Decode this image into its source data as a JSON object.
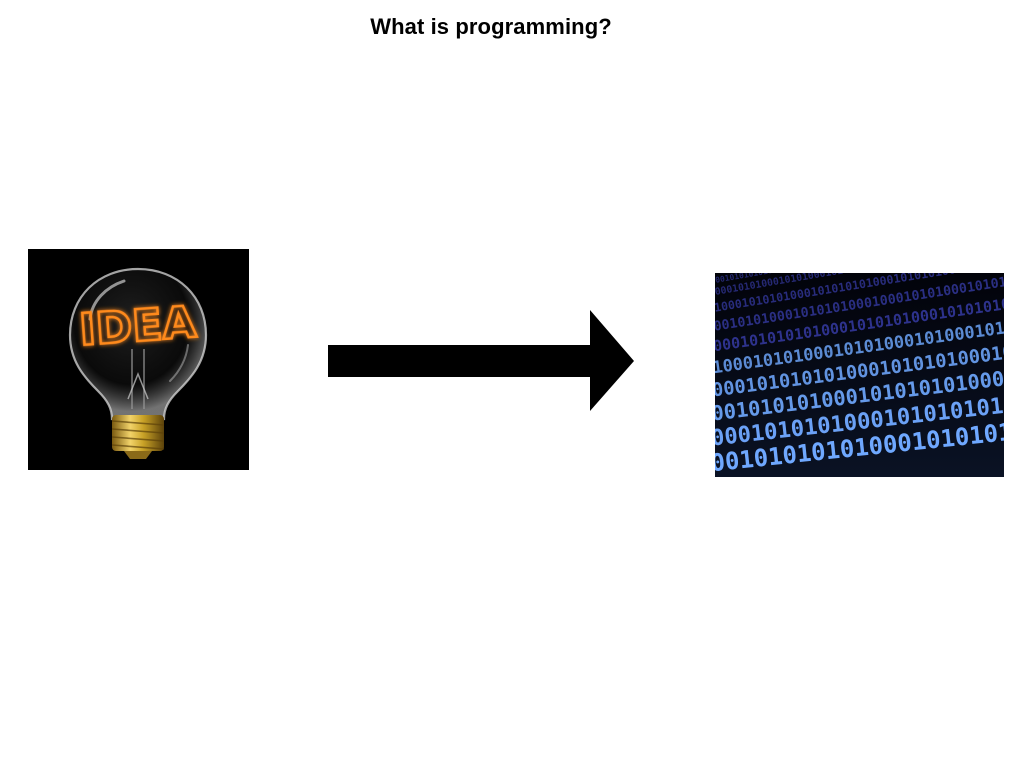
{
  "slide": {
    "title": "What is programming?"
  },
  "idea_image": {
    "icon": "lightbulb-icon",
    "bulb_text": "IDEA",
    "background_color": "#000000",
    "filament_color": "#ff8a1f",
    "base_color": "#c9a227"
  },
  "arrow": {
    "icon": "arrow-right-icon",
    "color": "#000000"
  },
  "binary_image": {
    "icon": "binary-code-icon",
    "background_color": "#050812",
    "digit_color_near": "#6fa8ff",
    "digit_color_far": "#3a3fb0",
    "rows": [
      "0001010101010001010101",
      "1000101010001010100010",
      "0100010101010001010101",
      "0001010100010101010001",
      "1000101010101000101010",
      "0100010101000101010001",
      "1000101010101000101010",
      "0001010101000101010101",
      "1000101010100010101010",
      "0001010101010001010101"
    ]
  }
}
